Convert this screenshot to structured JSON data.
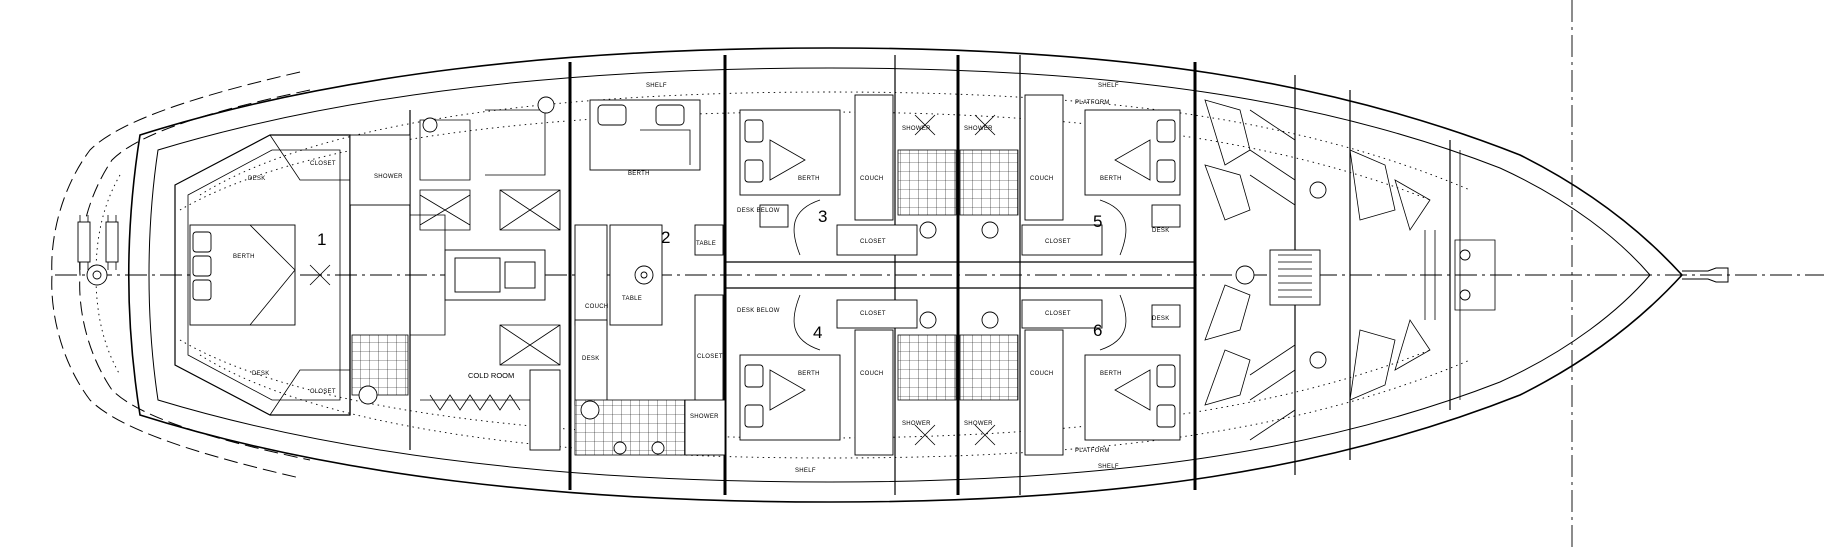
{
  "rooms": {
    "r1": "1",
    "r2": "2",
    "r3": "3",
    "r4": "4",
    "r5": "5",
    "r6": "6"
  },
  "labels": {
    "berth": "BERTH",
    "closet": "CLOSET",
    "shower": "SHOWER",
    "couch": "COUCH",
    "desk": "DESK",
    "desk_below": "DESK BELOW",
    "shelf": "SHELF",
    "platform": "PLATFORM",
    "table": "TABLE",
    "cold_room": "COLD ROOM"
  }
}
